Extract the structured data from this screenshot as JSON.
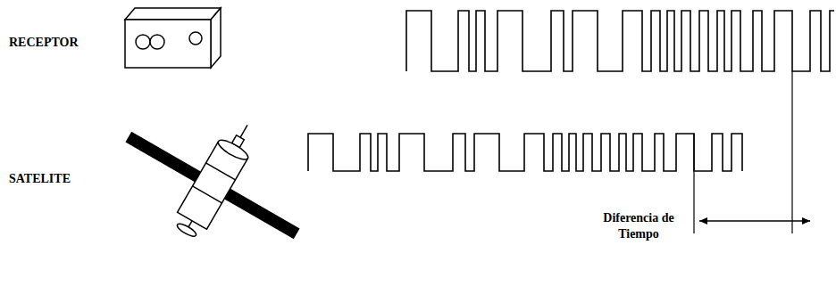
{
  "diagram": {
    "labels": [
      "RECEPTOR",
      "SATELITE",
      "Diferencia de Tiempo"
    ]
  }
}
